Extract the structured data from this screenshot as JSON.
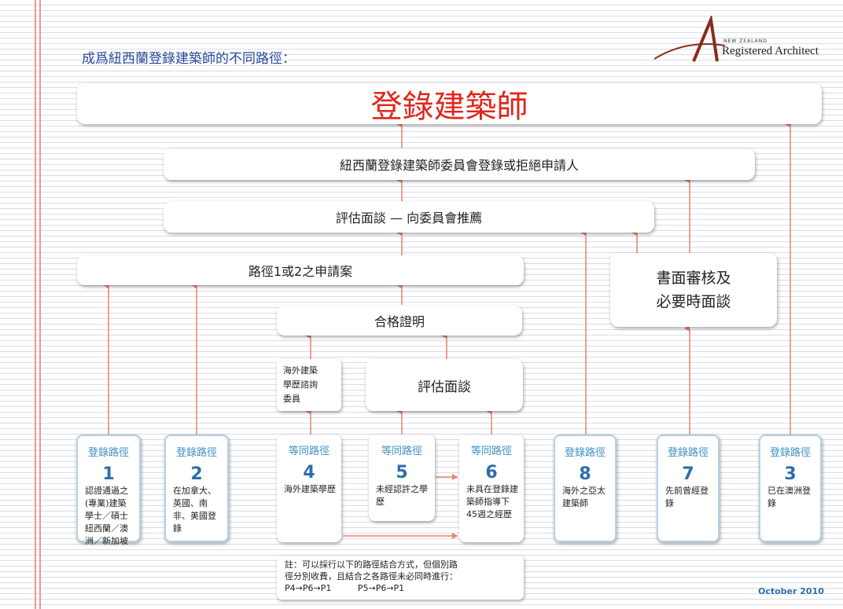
{
  "header": {
    "title": "成爲紐西蘭登錄建築師的不同路徑：",
    "logo_top": "NEW ZEALAND",
    "logo_name": "Registered Architect"
  },
  "boxes": {
    "main": "登錄建築師",
    "board": "紐西蘭登錄建築師委員會登錄或拒絕申請人",
    "assessment_interview": "評估面談 — 向委員會推薦",
    "route12_application": "路徑1或2之申請案",
    "written_review": "書面審核及\n必要時面談",
    "certificate": "合格證明",
    "overseas_committee": "海外建築\n學歷諮詢\n委員",
    "evaluation_interview": "評估面談"
  },
  "routes": [
    {
      "tag": "登錄路徑",
      "number": "1",
      "desc": "認證通過之(專業)建築學士／碩士紐西蘭／澳洲／新加坡"
    },
    {
      "tag": "登錄路徑",
      "number": "2",
      "desc": "在加拿大、英國、南非、美國登錄"
    },
    {
      "tag": "等同路徑",
      "number": "4",
      "desc": "海外建築學歷"
    },
    {
      "tag": "等同路徑",
      "number": "5",
      "desc": "未經認許之學歷"
    },
    {
      "tag": "等同路徑",
      "number": "6",
      "desc": "未具在登錄建築師指導下45週之經歷"
    },
    {
      "tag": "登錄路徑",
      "number": "8",
      "desc": "海外之亞太建築師"
    },
    {
      "tag": "登錄路徑",
      "number": "7",
      "desc": "先前曾經登錄"
    },
    {
      "tag": "登錄路徑",
      "number": "3",
      "desc": "已在澳洲登錄"
    }
  ],
  "note": {
    "line1": "註：可以採行以下的路徑結合方式，但個別路",
    "line2": "徑分別收費，且結合之各路徑未必同時進行：",
    "combo1": "P4→P6→P1",
    "combo2": "P5→P6→P1"
  },
  "footer": {
    "date": "October 2010"
  },
  "colors": {
    "accent_red": "#e0261c",
    "arrow": "#e8836c",
    "route_blue": "#2c6fa8",
    "title_blue": "#2b4a9b"
  }
}
